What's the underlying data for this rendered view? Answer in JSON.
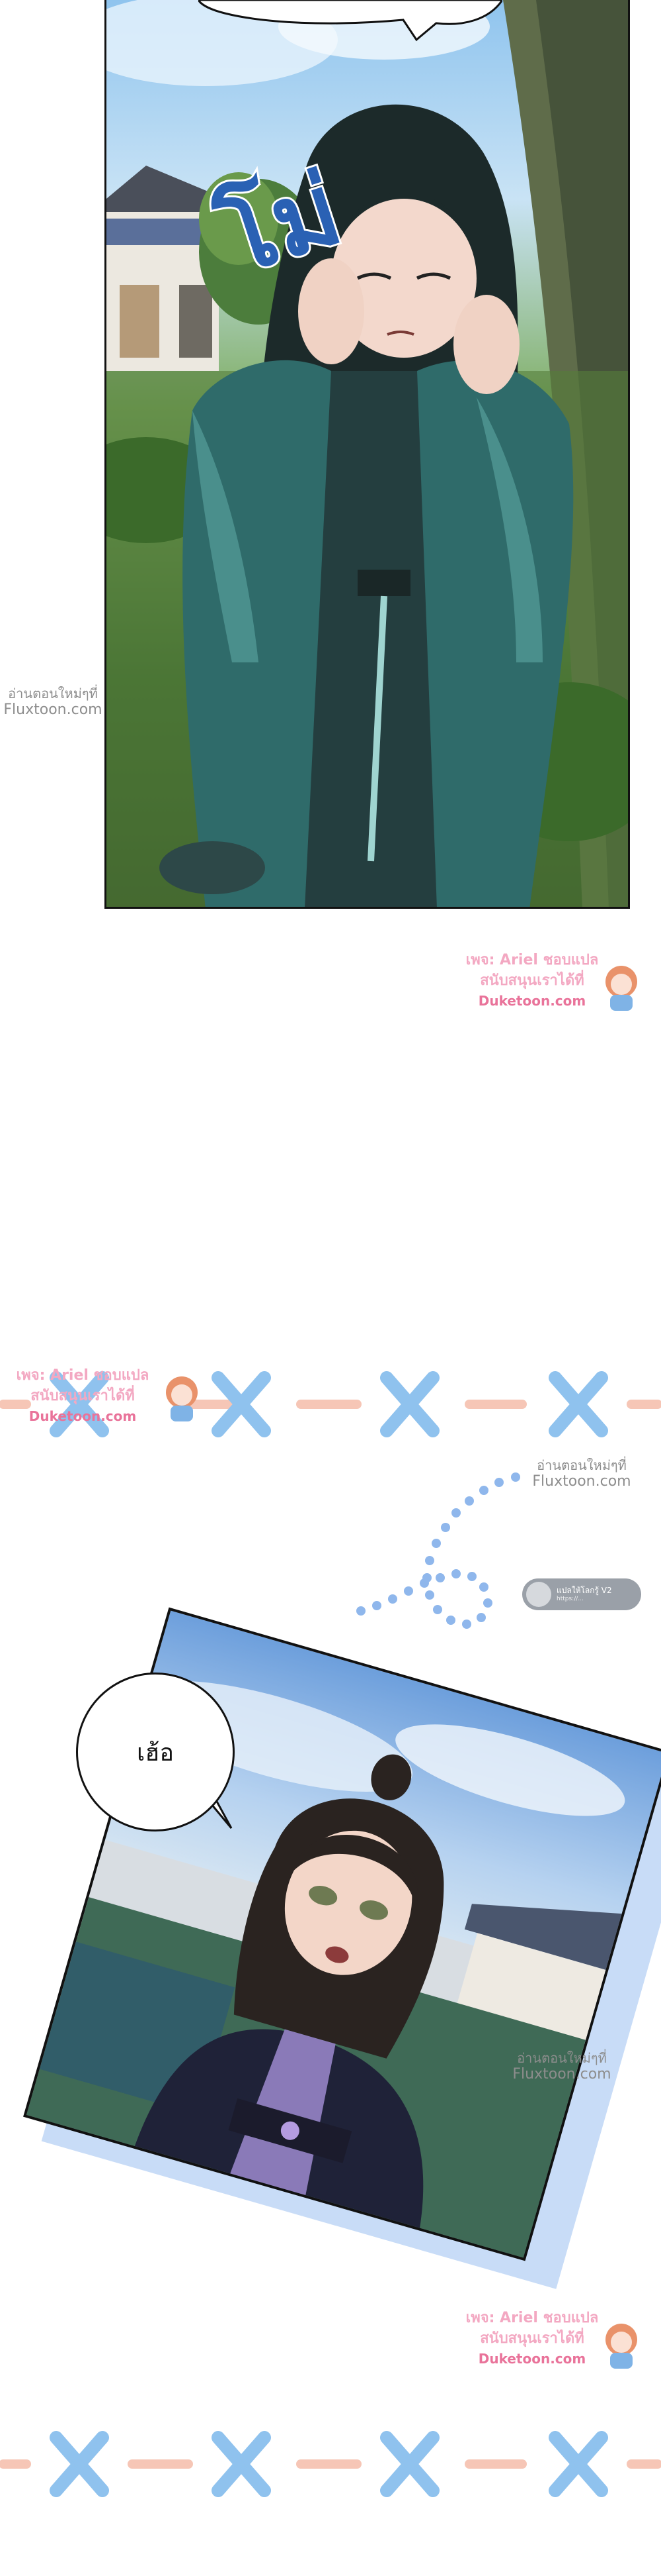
{
  "sfx": {
    "text": "โม่"
  },
  "speech": {
    "text": "เฮ้อ"
  },
  "watermarks": {
    "fluxtoon": {
      "line1": "อ่านตอนใหม่ๆที่",
      "line2": "Fluxtoon.com"
    },
    "duketoon": {
      "credit1": "เพจ: Ariel ชอบแปล",
      "credit2": "สนับสนุนเราได้ที่",
      "site": "Duketoon.com"
    }
  },
  "badge": {
    "label": "แปลให้โลกรู้ V2",
    "sub": "https://..."
  },
  "colors": {
    "x_mark": "#8fc2ee",
    "dash": "#f6c6b6",
    "dots": "#8fb7ec",
    "panel_shadow": "#c8dcf7"
  }
}
